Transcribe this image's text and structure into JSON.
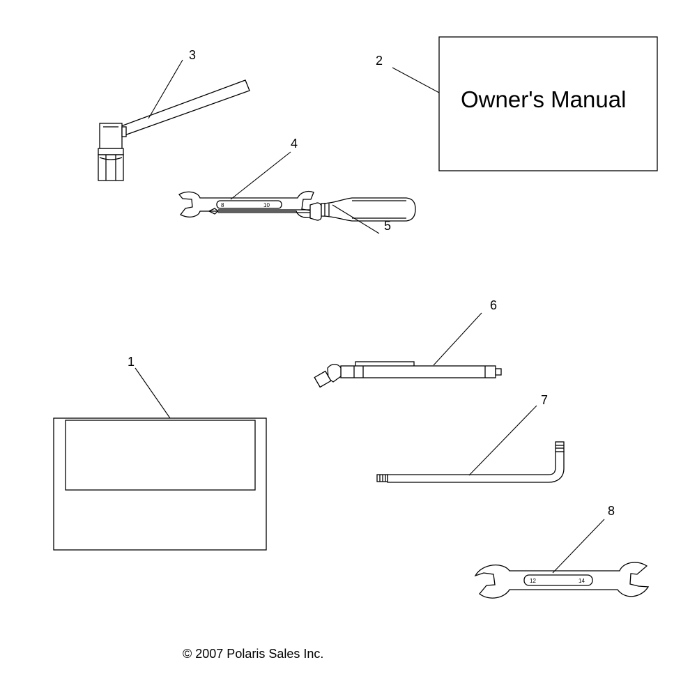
{
  "callouts": {
    "c1": "1",
    "c2": "2",
    "c3": "3",
    "c4": "4",
    "c5": "5",
    "c6": "6",
    "c7": "7",
    "c8": "8"
  },
  "owners_manual": {
    "title": "Owner's Manual"
  },
  "wrench_small": {
    "size_left": "8",
    "size_right": "10"
  },
  "wrench_large": {
    "size_left": "12",
    "size_right": "14"
  },
  "footer": {
    "copyright": "© 2007 Polaris Sales Inc."
  }
}
